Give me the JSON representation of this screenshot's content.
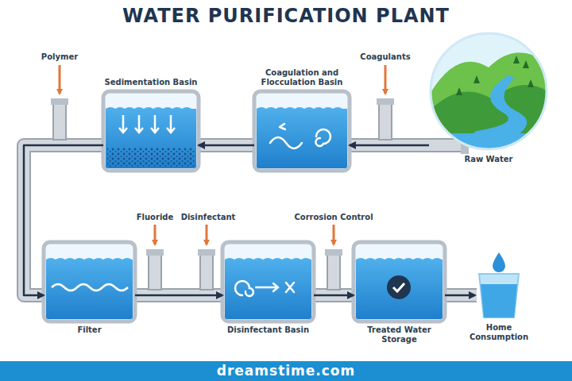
{
  "diagram": {
    "title": "WATER PURIFICATION PLANT",
    "nodes": [
      {
        "text": [
          "Raw Water"
        ]
      },
      {
        "text": [
          "Coagulation and Flocculation Basin"
        ]
      },
      {
        "text": [
          "Sedimentation Basin"
        ]
      },
      {
        "text": [
          "Filter"
        ]
      },
      {
        "text": [
          "Disinfectant Basin"
        ]
      },
      {
        "text": [
          "Treated Water Storage"
        ]
      },
      {
        "text": [
          "Home Consumption"
        ]
      }
    ],
    "edges": [
      {
        "from": 0,
        "to": 1,
        "arrow": "to"
      },
      {
        "from": 1,
        "to": 2,
        "arrow": "to"
      },
      {
        "from": 2,
        "to": 3,
        "arrow": "to"
      },
      {
        "from": 3,
        "to": 4,
        "arrow": "to"
      },
      {
        "from": 4,
        "to": 5,
        "arrow": "to"
      },
      {
        "from": 5,
        "to": 6,
        "arrow": "to"
      }
    ],
    "labels": [
      "Coagulants",
      "Polymer",
      "Fluoride",
      "Disinfectant",
      "Corrosion Control",
      "dreamstime.com"
    ]
  }
}
